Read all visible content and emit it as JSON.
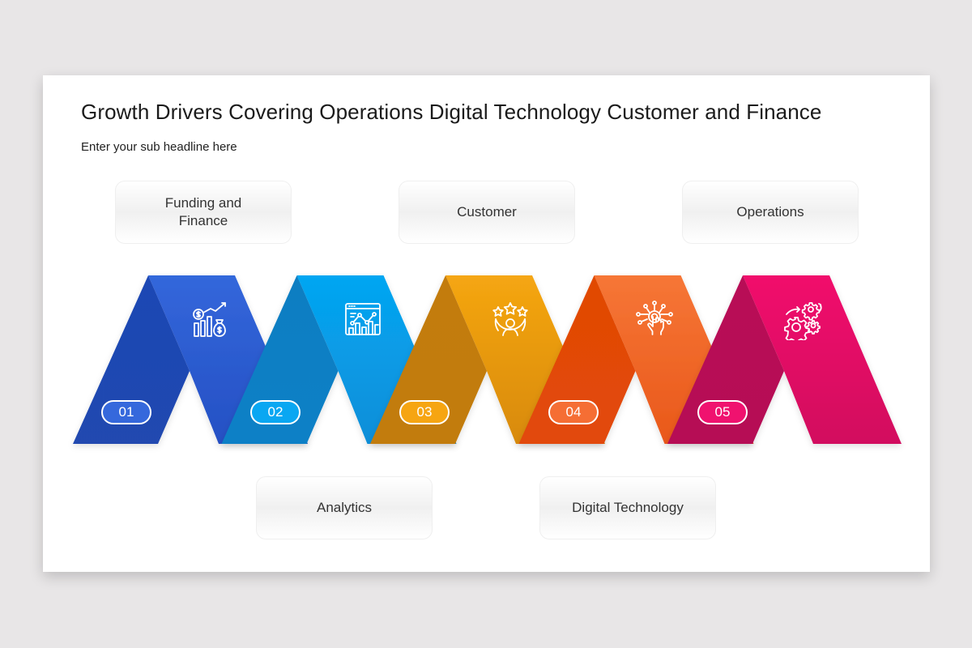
{
  "slide": {
    "title": "Growth Drivers Covering Operations Digital Technology Customer and Finance",
    "subtitle": "Enter your sub headline here"
  },
  "labels": {
    "top": [
      {
        "text": "Funding and Finance",
        "line1": "Funding and",
        "line2": "Finance"
      },
      {
        "text": "Customer"
      },
      {
        "text": "Operations"
      }
    ],
    "bottom": [
      {
        "text": "Analytics"
      },
      {
        "text": "Digital Technology"
      }
    ]
  },
  "segments": [
    {
      "number": "01",
      "icon": "finance-growth-icon",
      "dark": "#1f46b0",
      "light": "#2e62d8",
      "badge": "#3568dc"
    },
    {
      "number": "02",
      "icon": "analytics-dashboard-icon",
      "dark": "#0a80c4",
      "light": "#06a3f0",
      "badge": "#0aa7f2"
    },
    {
      "number": "03",
      "icon": "customer-rating-icon",
      "dark": "#c17b0a",
      "light": "#f2a313",
      "badge": "#f6a512"
    },
    {
      "number": "04",
      "icon": "digital-touch-icon",
      "dark": "#e04806",
      "light": "#f47233",
      "badge": "#f56e34"
    },
    {
      "number": "05",
      "icon": "operations-gears-icon",
      "dark": "#b70c56",
      "light": "#ee0e6b",
      "badge": "#f0126f"
    }
  ]
}
